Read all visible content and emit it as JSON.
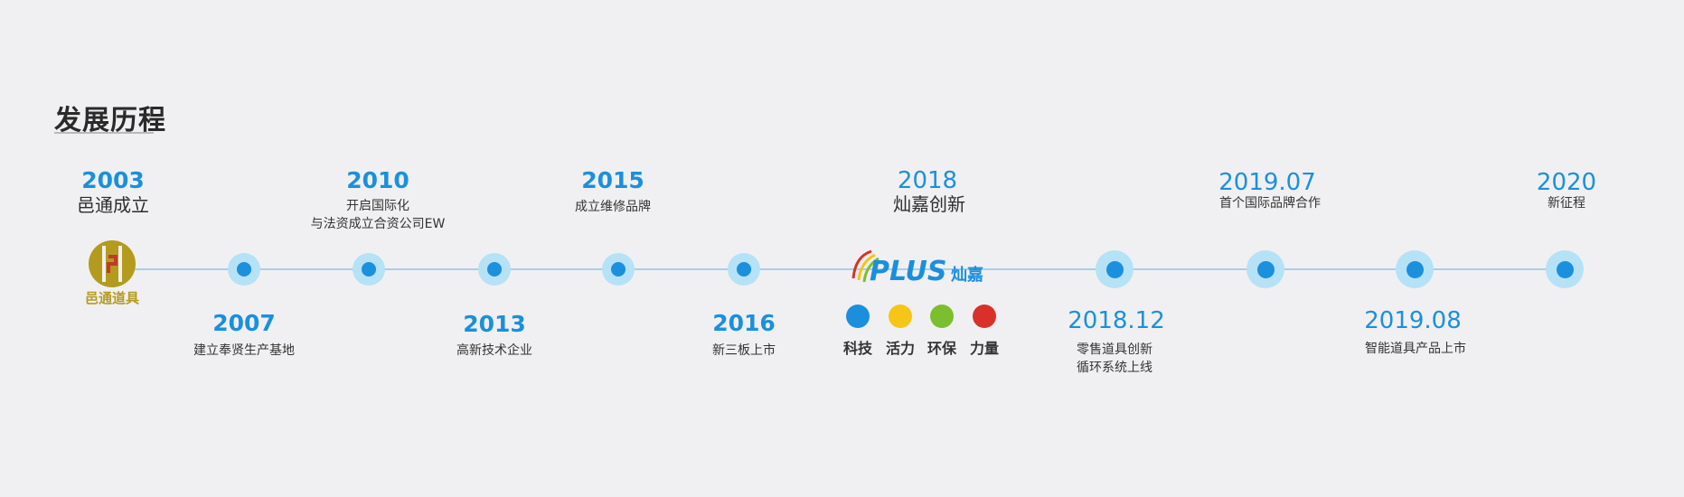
{
  "heading": "发展历程",
  "milestones": [
    {
      "year": "2003",
      "desc": "邑通成立"
    },
    {
      "year": "2007",
      "desc": "建立奉贤生产基地"
    },
    {
      "year": "2010",
      "desc": "开启国际化",
      "desc2": "与法资成立合资公司EW"
    },
    {
      "year": "2013",
      "desc": "高新技术企业"
    },
    {
      "year": "2015",
      "desc": "成立维修品牌"
    },
    {
      "year": "2016",
      "desc": "新三板上市"
    },
    {
      "year": "2018",
      "desc": "灿嘉创新"
    },
    {
      "year": "2018.12",
      "desc": "零售道具创新",
      "desc2": "循环系统上线"
    },
    {
      "year": "2019.07",
      "desc": "首个国际品牌合作"
    },
    {
      "year": "2019.08",
      "desc": "智能道具产品上市"
    },
    {
      "year": "2020",
      "desc": "新征程"
    }
  ],
  "logos": {
    "company_logo_text": "邑通道具",
    "brand_logo_text": "PLUS",
    "brand_logo_cn": "灿嘉"
  },
  "values": [
    {
      "label": "科技",
      "color": "#1b8fdd"
    },
    {
      "label": "活力",
      "color": "#f5c518"
    },
    {
      "label": "环保",
      "color": "#7cbf2e"
    },
    {
      "label": "力量",
      "color": "#d9312a"
    }
  ]
}
